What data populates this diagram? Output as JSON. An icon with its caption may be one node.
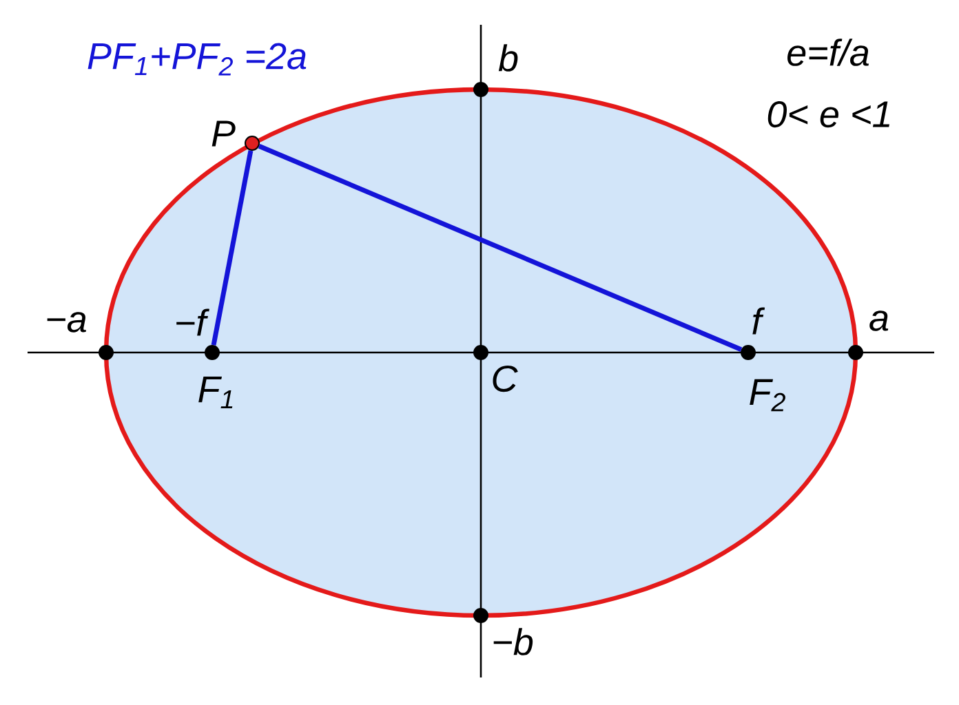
{
  "diagram": {
    "nodes": [
      {
        "text": [],
        "shape": "circle",
        "beside": [
          "b"
        ]
      },
      {
        "text": [],
        "shape": "circle",
        "beside": [
          "P"
        ]
      },
      {
        "text": [],
        "shape": "circle",
        "beside": [
          "−a"
        ]
      },
      {
        "text": [],
        "shape": "circle",
        "beside": [
          "−f",
          "F$_{1}$"
        ]
      },
      {
        "text": [],
        "shape": "circle",
        "beside": [
          "C"
        ]
      },
      {
        "text": [],
        "shape": "circle",
        "beside": [
          "f",
          "F$_{2}$"
        ]
      },
      {
        "text": [],
        "shape": "circle",
        "beside": [
          "a"
        ]
      },
      {
        "text": [],
        "shape": "circle",
        "beside": [
          "−b"
        ]
      }
    ],
    "edges": [
      {
        "from": 1,
        "to": 3,
        "arrow": "none"
      },
      {
        "from": 1,
        "to": 5,
        "arrow": "none"
      }
    ],
    "labels": [
      "PF$_{1}$+PF$_{2}$ =2a",
      "e=f/a",
      "0< e <1"
    ]
  }
}
